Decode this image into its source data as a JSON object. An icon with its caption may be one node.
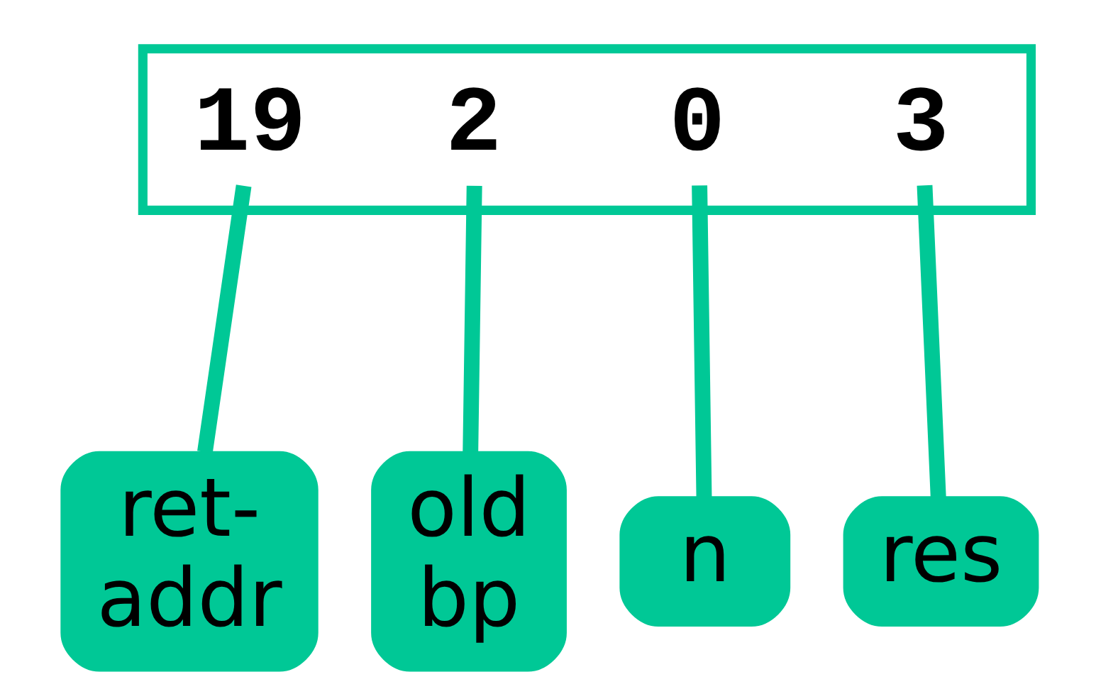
{
  "diagram": {
    "nodes": [
      {
        "text": [],
        "shape": "box"
      },
      {
        "text": [
          "19"
        ],
        "in": 0
      },
      {
        "text": [
          "2"
        ],
        "in": 0
      },
      {
        "text": [
          "0"
        ],
        "in": 0
      },
      {
        "text": [
          "3"
        ],
        "in": 0
      },
      {
        "text": [
          "ret-addr"
        ]
      },
      {
        "text": [
          "old bp"
        ]
      },
      {
        "text": [
          "n"
        ]
      },
      {
        "text": [
          "res"
        ]
      }
    ],
    "edges": [
      {
        "from": 5,
        "to": 1,
        "arrow": "none"
      },
      {
        "from": 6,
        "to": 2,
        "arrow": "none"
      },
      {
        "from": 7,
        "to": 3,
        "arrow": "none"
      },
      {
        "from": 8,
        "to": 4,
        "arrow": "none"
      }
    ]
  }
}
